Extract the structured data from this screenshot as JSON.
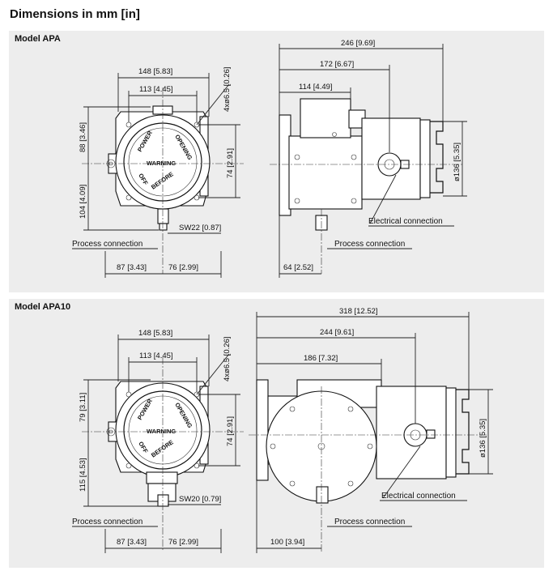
{
  "page_title": "Dimensions in mm [in]",
  "apa": {
    "title": "Model APA",
    "dims": {
      "sq148": "148 [5.83]",
      "sq113": "113 [4.45]",
      "holes": "4xø6.5 [0.26]",
      "d88": "88 [3.46]",
      "d104": "104 [4.09]",
      "d74": "74 [2.91]",
      "sw": "SW22  [0.87]",
      "d87": "87 [3.43]",
      "d76": "76 [2.99]",
      "d246": "246 [9.69]",
      "d172": "172 [6.67]",
      "d114": "114 [4.49]",
      "d136": "ø136 [5.35]",
      "d64": "64 [2.52]"
    },
    "labels": {
      "process_left": "Process connection",
      "process_right": "Process connection",
      "electrical": "Electrical connection"
    }
  },
  "apa10": {
    "title": "Model APA10",
    "dims": {
      "sq148": "148 [5.83]",
      "sq113": "113 [4.45]",
      "holes": "4xø6.5 [0.26]",
      "d79": "79 [3.11]",
      "d115": "115 [4.53]",
      "d74": "74 [2.91]",
      "sw": "SW20  [0.79]",
      "d87": "87 [3.43]",
      "d76": "76 [2.99]",
      "d318": "318 [12.52]",
      "d244": "244 [9.61]",
      "d186": "186 [7.32]",
      "d136": "ø136 [5.35]",
      "d100": "100 [3.94]"
    },
    "labels": {
      "process_left": "Process connection",
      "process_right": "Process connection",
      "electrical": "Electrical connection"
    }
  },
  "dial": {
    "warning": "WARNING",
    "power": "POWER",
    "opening": "OPENING",
    "off": "OFF",
    "before": "BEFORE"
  }
}
